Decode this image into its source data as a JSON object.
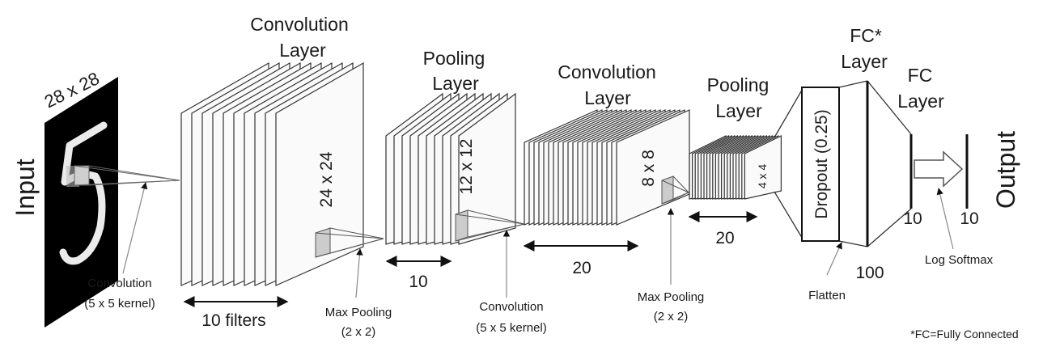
{
  "input": {
    "label": "Input",
    "size": "28 x 28"
  },
  "conv1": {
    "title": [
      "Convolution",
      "Layer"
    ],
    "size": "24 x 24",
    "count": "10 filters",
    "op": [
      "Convolution",
      "(5 x 5 kernel)"
    ]
  },
  "pool1": {
    "title": [
      "Pooling",
      "Layer"
    ],
    "size": "12 x 12",
    "count": "10",
    "op": [
      "Max Pooling",
      "(2 x 2)"
    ]
  },
  "conv2": {
    "title": [
      "Convolution",
      "Layer"
    ],
    "size": "8 x 8",
    "count": "20",
    "op": [
      "Convolution",
      "(5 x 5 kernel)"
    ]
  },
  "pool2": {
    "title": [
      "Pooling",
      "Layer"
    ],
    "size": "4 x 4",
    "count": "20",
    "op": [
      "Max Pooling",
      "(2 x 2)"
    ]
  },
  "dropout": {
    "label": "Dropout (0.25)"
  },
  "flatten": {
    "label": "Flatten"
  },
  "fc1": {
    "title": [
      "FC*",
      "Layer"
    ],
    "units": "100"
  },
  "fc2": {
    "title": [
      "FC",
      "Layer"
    ],
    "units": "10"
  },
  "output": {
    "label": "Output",
    "units": "10",
    "activation": "Log Softmax"
  },
  "footnote": "*FC=Fully Connected",
  "colors": {
    "stroke": "#333333",
    "sheet": "#fafafa",
    "kernel": "#d9d9d9",
    "digit_bg": "#000000",
    "digit": "#ffffff"
  }
}
